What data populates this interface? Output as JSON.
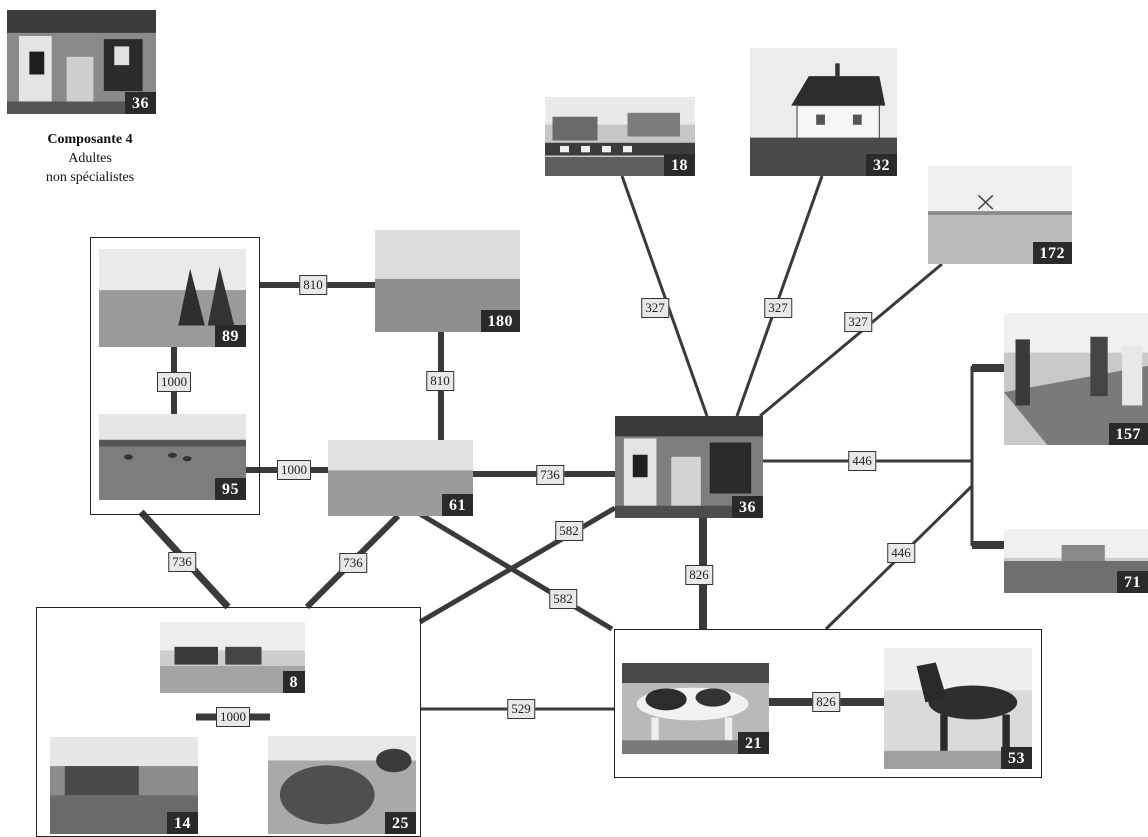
{
  "caption": {
    "title": "Composante 4",
    "line2": "Adultes",
    "line3": "non spécialistes"
  },
  "photos": {
    "legend": "36",
    "p18": "18",
    "p32": "32",
    "p172": "172",
    "p89": "89",
    "p180": "180",
    "p95": "95",
    "p61": "61",
    "p36": "36",
    "p157": "157",
    "p71": "71",
    "p8": "8",
    "p14": "14",
    "p25": "25",
    "p21": "21",
    "p53": "53"
  },
  "edges": {
    "e_89_180": "810",
    "e_180_61": "810",
    "e_89_95": "1000",
    "e_95_61": "1000",
    "e_61_36": "736",
    "e_18_36": "327",
    "e_32_36": "327",
    "e_172_36": "327",
    "e_36_157": "446",
    "e_grpR_157": "446",
    "e_36_grpR": "826",
    "e_21_53": "826",
    "e_grpL_grpB": "736",
    "e_61_grpB": "736",
    "e_36_grpB": "582",
    "e_61_grpR": "582",
    "e_8_lower": "1000",
    "e_grpB_grpR": "529"
  }
}
